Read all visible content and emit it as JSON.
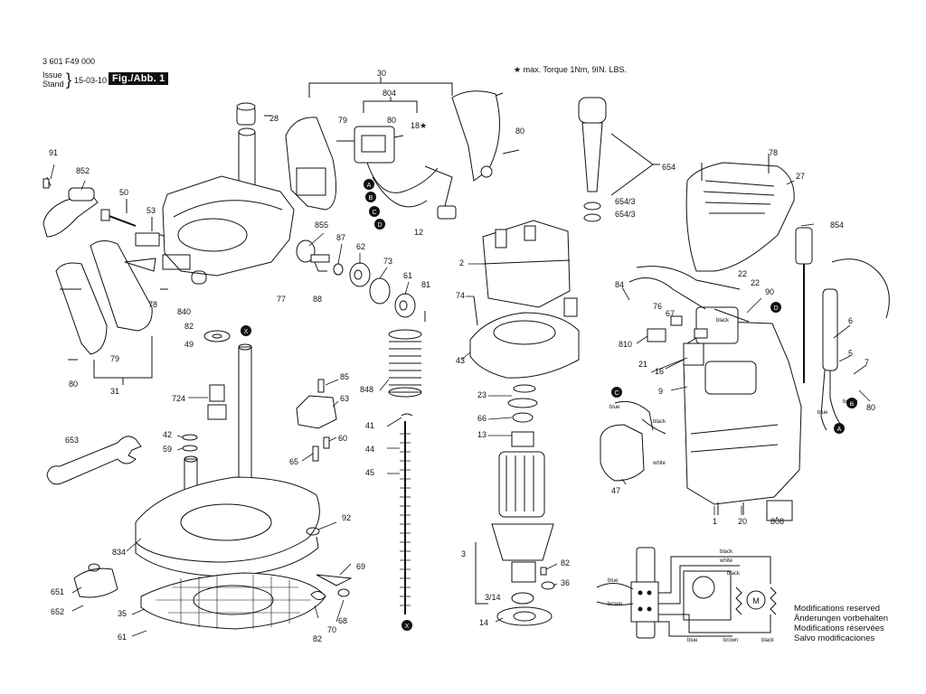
{
  "header": {
    "part_number": "3 601 F49 000",
    "issue_label": "Issue",
    "stand_label": "Stand",
    "issue_date": "15-03-10",
    "figure_label": "Fig./Abb. 1"
  },
  "torque_note": "★ max. Torque 1Nm, 9IN. LBS.",
  "modifications": [
    "Modifications reserved",
    "Änderungen vorbehalten",
    "Modifications réservées",
    "Salvo modificaciones"
  ],
  "wire_labels": {
    "black": "black",
    "blue": "blue",
    "brown": "brown",
    "white": "white"
  },
  "part_labels": {
    "p30": "30",
    "p804": "804",
    "p18": "18★",
    "p79a": "79",
    "p80a": "80",
    "p80b": "80",
    "p28": "28",
    "p91": "91",
    "p852": "852",
    "p50": "50",
    "p53": "53",
    "p855": "855",
    "p87": "87",
    "p62": "62",
    "p73": "73",
    "p61": "61",
    "p81": "81",
    "p12": "12",
    "p654": "654",
    "p654_3a": "654/3",
    "p654_3b": "654/3",
    "p78a": "78",
    "p27": "27",
    "p854": "854",
    "p2": "2",
    "p74": "74",
    "p88": "88",
    "p77": "77",
    "p78b": "78",
    "p79b": "79",
    "p80c": "80",
    "p31": "31",
    "p840": "840",
    "p82a": "82",
    "p49": "49",
    "p43": "43",
    "p22a": "22",
    "p22b": "22",
    "p90": "90",
    "p84": "84",
    "p76": "76",
    "p67": "67",
    "p6": "6",
    "p810": "810",
    "p21": "21",
    "p16": "16",
    "p5": "5",
    "p7": "7",
    "p80d": "80",
    "p724": "724",
    "p85": "85",
    "p63": "63",
    "p848": "848",
    "p23": "23",
    "p9": "9",
    "p66": "66",
    "p41": "41",
    "p13": "13",
    "p653": "653",
    "p42": "42",
    "p59": "59",
    "p60": "60",
    "p44": "44",
    "p65": "65",
    "p45": "45",
    "p47": "47",
    "p1": "1",
    "p20": "20",
    "p808": "808",
    "p92": "92",
    "p834": "834",
    "p3": "3",
    "p69": "69",
    "p651": "651",
    "p82b": "82",
    "p36": "36",
    "p652": "652",
    "p35": "35",
    "p68": "68",
    "p3_14": "3/14",
    "p70": "70",
    "p14": "14",
    "p61b": "61",
    "p82c": "82"
  },
  "connector_labels": {
    "A": "A",
    "B": "B",
    "C": "C",
    "D": "D",
    "X": "X"
  },
  "motor_symbol": "M"
}
